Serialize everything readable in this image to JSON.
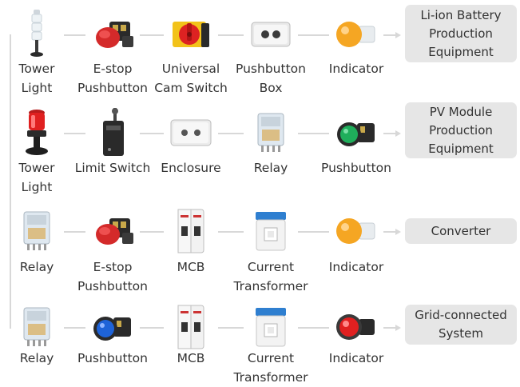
{
  "rows": [
    {
      "products": [
        {
          "icon": "tower-light-icon",
          "label_lines": [
            "Tower",
            "Light"
          ]
        },
        {
          "icon": "estop-pushbutton-icon",
          "label_lines": [
            "E-stop",
            "Pushbutton"
          ]
        },
        {
          "icon": "cam-switch-icon",
          "label_lines": [
            "Universal",
            "Cam Switch"
          ]
        },
        {
          "icon": "pushbutton-box-icon",
          "label_lines": [
            "Pushbutton",
            "Box"
          ]
        },
        {
          "icon": "indicator-orange-icon",
          "label_lines": [
            "Indicator"
          ]
        }
      ],
      "target_lines": [
        "Li-ion Battery",
        "Production",
        "Equipment"
      ]
    },
    {
      "products": [
        {
          "icon": "tower-light-red-icon",
          "label_lines": [
            "Tower",
            "Light"
          ]
        },
        {
          "icon": "limit-switch-icon",
          "label_lines": [
            "Limit Switch"
          ]
        },
        {
          "icon": "enclosure-icon",
          "label_lines": [
            "Enclosure"
          ]
        },
        {
          "icon": "relay-icon",
          "label_lines": [
            "Relay"
          ]
        },
        {
          "icon": "pushbutton-green-icon",
          "label_lines": [
            "Pushbutton"
          ]
        }
      ],
      "target_lines": [
        "PV Module",
        "Production",
        "Equipment"
      ]
    },
    {
      "products": [
        {
          "icon": "relay-icon",
          "label_lines": [
            "Relay"
          ]
        },
        {
          "icon": "estop-pushbutton-icon",
          "label_lines": [
            "E-stop",
            "Pushbutton"
          ]
        },
        {
          "icon": "mcb-icon",
          "label_lines": [
            "MCB"
          ]
        },
        {
          "icon": "current-transformer-icon",
          "label_lines": [
            "Current",
            "Transformer"
          ]
        },
        {
          "icon": "indicator-orange-icon",
          "label_lines": [
            "Indicator"
          ]
        }
      ],
      "target_lines": [
        "Converter"
      ]
    },
    {
      "products": [
        {
          "icon": "relay-icon",
          "label_lines": [
            "Relay"
          ]
        },
        {
          "icon": "pushbutton-blue-icon",
          "label_lines": [
            "Pushbutton"
          ]
        },
        {
          "icon": "mcb-icon",
          "label_lines": [
            "MCB"
          ]
        },
        {
          "icon": "current-transformer-icon",
          "label_lines": [
            "Current",
            "Transformer"
          ]
        },
        {
          "icon": "indicator-red-icon",
          "label_lines": [
            "Indicator"
          ]
        }
      ],
      "target_lines": [
        "Grid-connected",
        "System"
      ]
    }
  ],
  "colors": {
    "connector": "#d8d8d8",
    "target_box": "#e6e6e6",
    "text": "#333333",
    "estop_red": "#d42a2a",
    "cam_yellow": "#f2c21a",
    "indicator_orange": "#f5a623",
    "indicator_red": "#e02020",
    "button_green": "#1fae5b",
    "button_blue": "#1e63d8",
    "relay_clear": "#dfe8f0",
    "ct_blue": "#2f7fd0"
  }
}
